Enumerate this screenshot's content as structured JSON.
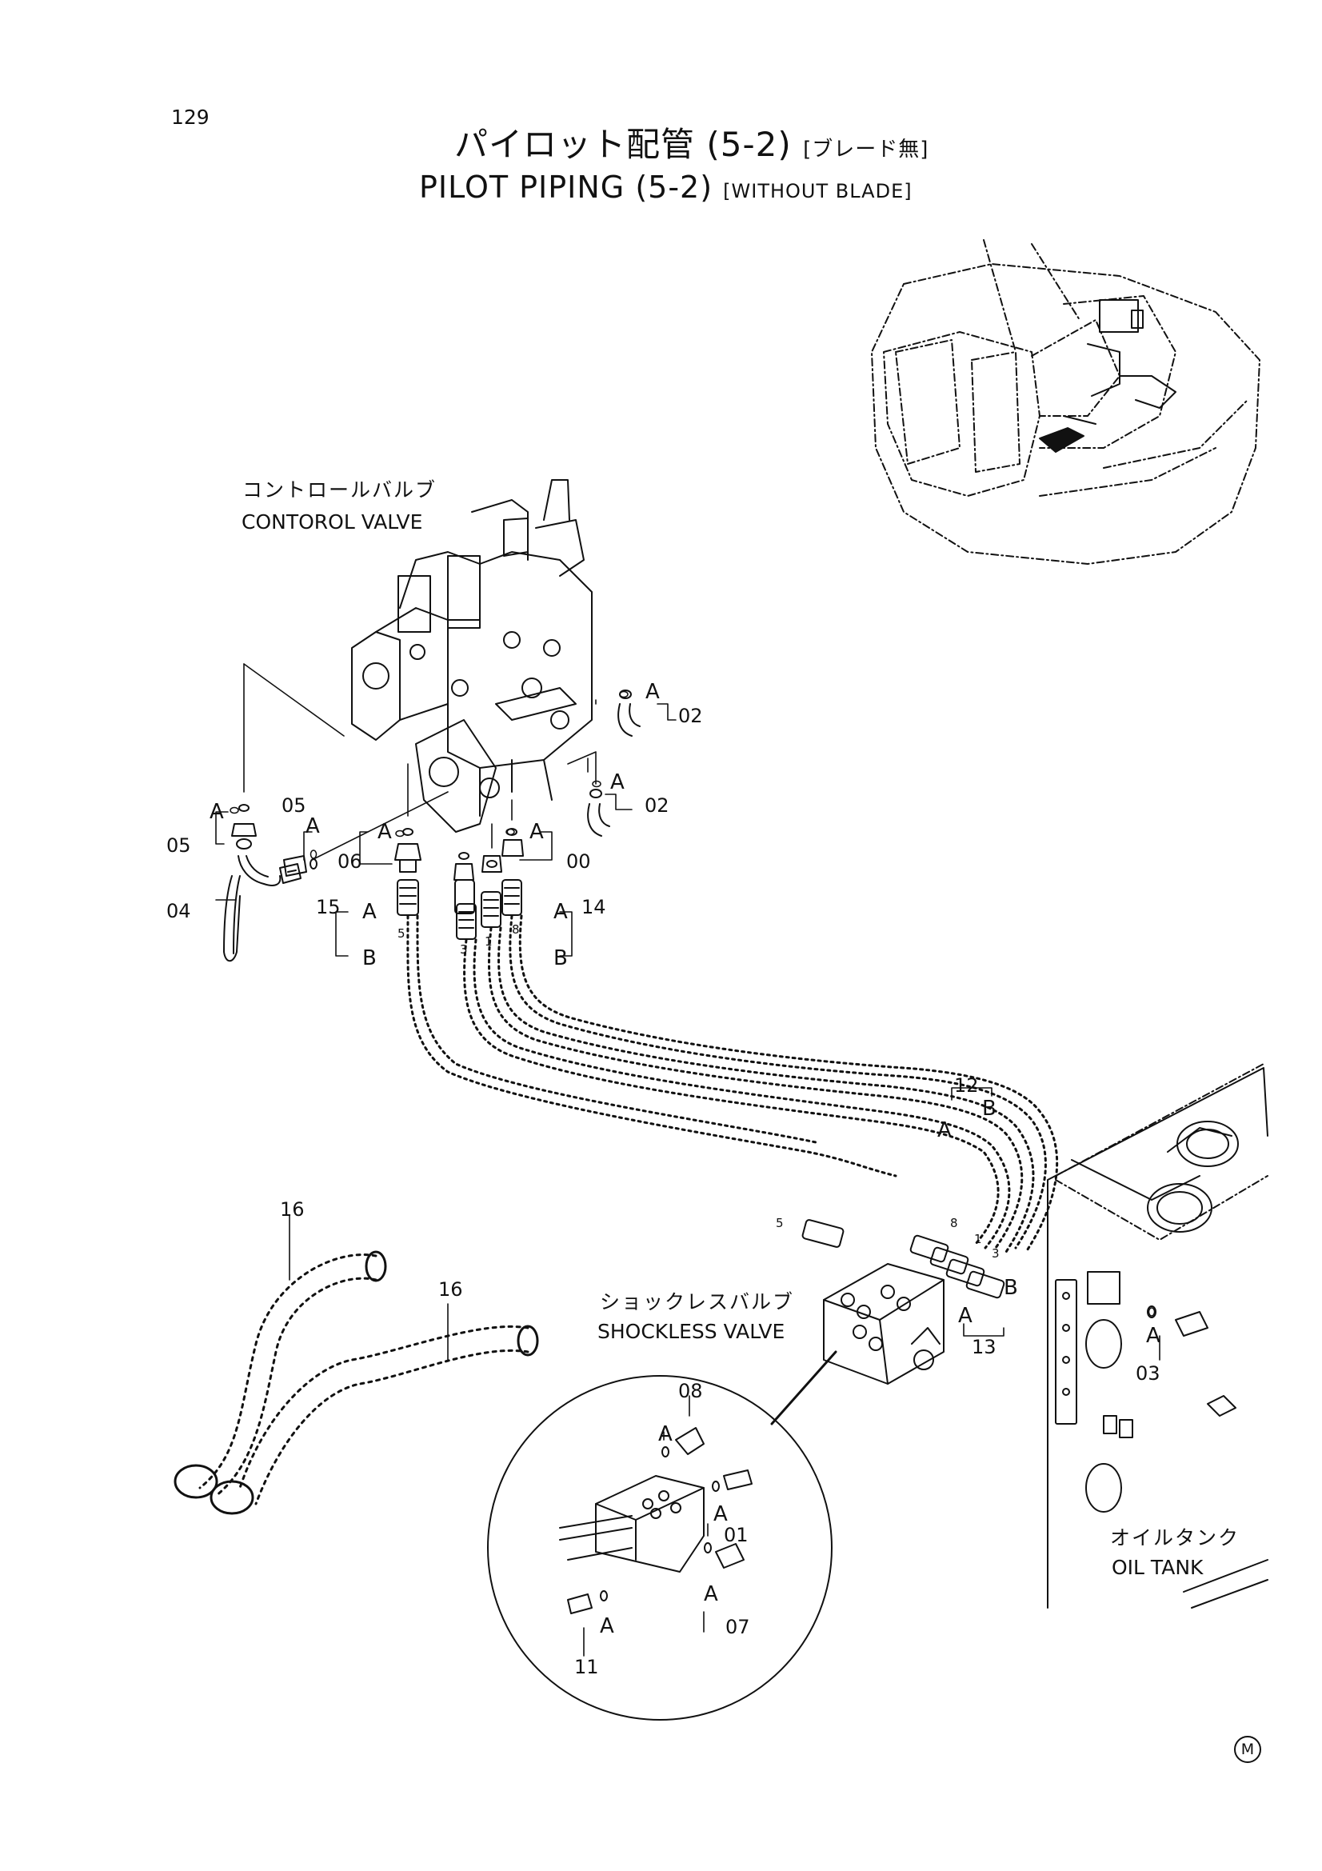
{
  "page_number": "129",
  "title": {
    "jp_main": "パイロット配管 (5-2)",
    "jp_note": "[ブレード無]",
    "en_main": "PILOT PIPING (5-2)",
    "en_note": "[WITHOUT BLADE]"
  },
  "components": {
    "control_valve_jp": "コントロールバルブ",
    "control_valve_en": "CONTOROL VALVE",
    "shockless_valve_jp": "ショックレスバルブ",
    "shockless_valve_en": "SHOCKLESS VALVE",
    "oil_tank_jp": "オイルタンク",
    "oil_tank_en": "OIL TANK"
  },
  "part_numbers": {
    "p00": "00",
    "p01": "01",
    "p02a": "02",
    "p02b": "02",
    "p03": "03",
    "p04": "04",
    "p05a": "05",
    "p05b": "05",
    "p06": "06",
    "p07": "07",
    "p08": "08",
    "p11": "11",
    "p12": "12",
    "p13": "13",
    "p14": "14",
    "p15": "15",
    "p16a": "16",
    "p16b": "16"
  },
  "port_letters": {
    "a": "A",
    "b": "B"
  },
  "hose_numbers": {
    "h1": "1",
    "h3": "3",
    "h5": "5",
    "h8": "8"
  },
  "corner_mark": "M"
}
